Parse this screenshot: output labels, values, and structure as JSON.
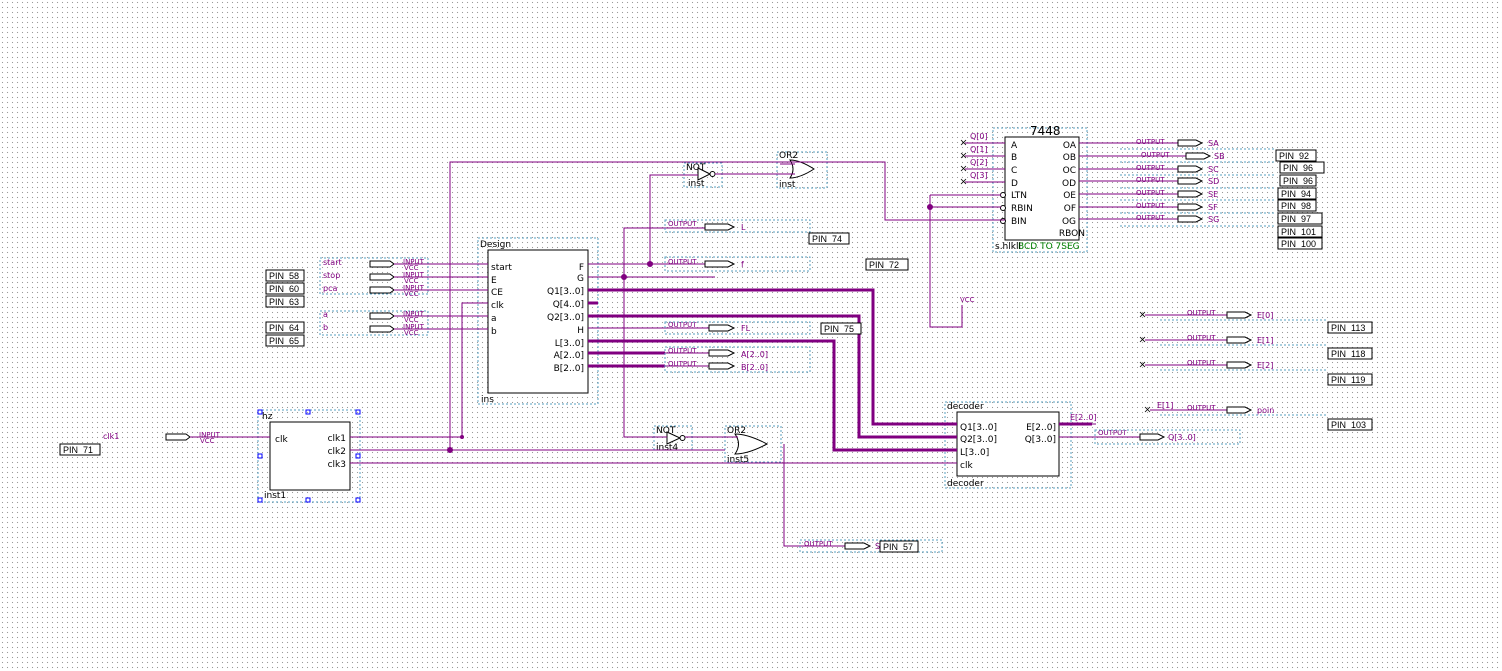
{
  "blocks": {
    "design": {
      "title": "Design",
      "instance": "ins",
      "inputs": [
        "start",
        "E",
        "CE",
        "clk",
        "a",
        "b"
      ],
      "outputs": [
        "F",
        "G",
        "Q1[3..0]",
        "Q[4..0]",
        "Q2[3..0]",
        "H",
        "L[3..0]",
        "A[2..0]",
        "B[2..0]"
      ]
    },
    "hz": {
      "title": "hz",
      "instance": "inst1",
      "inputs": [
        "clk"
      ],
      "outputs": [
        "clk1",
        "clk2",
        "clk3"
      ]
    },
    "decoder": {
      "title": "decoder",
      "instance": "decoder",
      "inputs": [
        "Q1[3..0]",
        "Q2[3..0]",
        "L[3..0]",
        "clk"
      ],
      "outputs": [
        "E[2..0]",
        "Q[3..0]"
      ]
    },
    "chip7448": {
      "title": "7448",
      "subtitle": "BCD TO 7SEG",
      "instance": "s.hlkll",
      "inputs": [
        "A",
        "B",
        "C",
        "D",
        "LTN",
        "RBIN",
        "BIN"
      ],
      "outputs": [
        "OA",
        "OB",
        "OC",
        "OD",
        "OE",
        "OF",
        "OG",
        "RBON"
      ],
      "input_nets": [
        "Q[0]",
        "Q[1]",
        "Q[2]",
        "Q[3]"
      ]
    }
  },
  "gates": {
    "not1": {
      "type": "NOT",
      "instance": "inst"
    },
    "or1": {
      "type": "OR2",
      "instance": "inst"
    },
    "not2": {
      "type": "NOT",
      "instance": "inst4"
    },
    "or2": {
      "type": "OR2",
      "instance": "inst5"
    }
  },
  "inputs": [
    {
      "name": "start",
      "pin": "PIN_58",
      "type": "INPUT",
      "default": "VCC"
    },
    {
      "name": "stop",
      "pin": "PIN_60",
      "type": "INPUT",
      "default": "VCC"
    },
    {
      "name": "pca",
      "pin": "PIN_63",
      "type": "INPUT",
      "default": "VCC"
    },
    {
      "name": "a",
      "pin": "PIN_64",
      "type": "INPUT",
      "default": "VCC"
    },
    {
      "name": "b",
      "pin": "PIN_65",
      "type": "INPUT",
      "default": "VCC"
    },
    {
      "name": "clk1",
      "pin": "PIN_71",
      "type": "INPUT",
      "default": "VCC"
    }
  ],
  "outputs_mid": [
    {
      "name": "L",
      "pin": "PIN_74"
    },
    {
      "name": "f",
      "pin": "PIN_72"
    },
    {
      "name": "FL",
      "pin": "PIN_75"
    },
    {
      "name": "A[2..0]",
      "pin": ""
    },
    {
      "name": "B[2..0]",
      "pin": ""
    },
    {
      "name": "S",
      "pin": "PIN_57"
    },
    {
      "name": "Q[3..0]",
      "pin": ""
    }
  ],
  "outputs_seg": [
    {
      "name": "SA",
      "pin": "PIN_92"
    },
    {
      "name": "SB",
      "pin": "PIN_96"
    },
    {
      "name": "SC",
      "pin": "PIN_96"
    },
    {
      "name": "SD",
      "pin": "PIN_94"
    },
    {
      "name": "SE",
      "pin": "PIN_98"
    },
    {
      "name": "SF",
      "pin": "PIN_97"
    },
    {
      "name": "SG",
      "pin": "PIN_101"
    },
    {
      "name": "",
      "pin": "PIN_100"
    }
  ],
  "outputs_e": [
    {
      "name": "E[0]",
      "pin": "PIN_113"
    },
    {
      "name": "E[1]",
      "pin": "PIN_118"
    },
    {
      "name": "E[2]",
      "pin": "PIN_119"
    },
    {
      "name": "poin",
      "pin": "PIN_103",
      "net": "E[1]"
    }
  ],
  "labels": {
    "output": "OUTPUT",
    "input": "INPUT",
    "vcc": "VCC",
    "e_bus": "E[2..0]"
  }
}
